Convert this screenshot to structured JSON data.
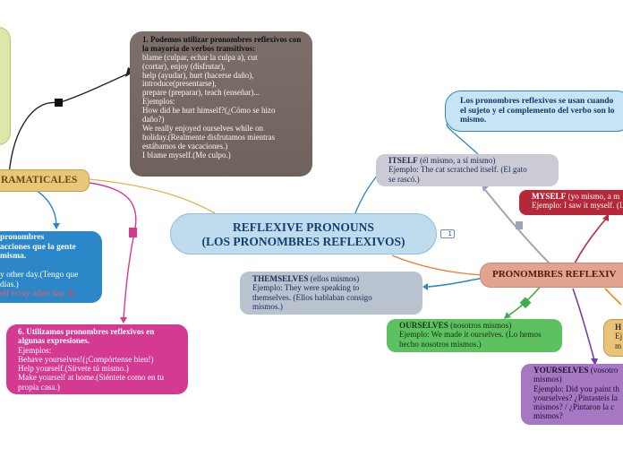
{
  "central": {
    "line1": "REFLEXIVE PRONOUNS",
    "line2": "(LOS PRONOMBRES REFLEXIVOS)",
    "badge": "1"
  },
  "gramaticales": {
    "label": "RAMATICALES"
  },
  "node1": {
    "title": "1. Podemos utilizar pronombres reflexivos con la mayoría de verbos transitivos:",
    "lines": [
      "blame (culpar, echar la culpa a),  cut",
      "(cortar),  enjoy (disfrutar),",
      "help (ayudar),  hurt (hacerse daño),",
      "introduce(presentarse),",
      "prepare (preparar),  teach (enseñar)...",
      "Ejemplos:",
      "How did he hurt himself?(¿Cómo se hizo",
      "daño?)",
      "We really enjoyed ourselves while on",
      "holiday.(Realmente disfrutamos mientras",
      "estábamos de vacaciones.)",
      "I blame myself.(Me culpo.)"
    ]
  },
  "leftblue": {
    "title": "pronombres\nacciones que la gente\nmisma.",
    "lines": [
      "y other day.(Tengo que",
      "días.)"
    ],
    "red": "elf every other day.",
    "x": "X"
  },
  "node6": {
    "title": "6. Utilizamos pronombres reflexivos en algunas expresiones.",
    "lines": [
      "Ejemplos:",
      "Behave yourselves!(¡Compórtense bien!)",
      "Help yourself.(Sírvete tú mismo.)",
      "Make yourself at home.(Siéntete como en tu",
      "propia casa.)"
    ]
  },
  "definition": {
    "text": "Los pronombres reflexivos se usan cuando el sujeto y el complemento del verbo son lo mismo."
  },
  "itself": {
    "word": "ITSELF",
    "meaning": " (él mismo, a sí mismo)",
    "line2": "Ejemplo: The cat scratched itself. (El gato",
    "line3": "se rascó.)"
  },
  "myself": {
    "word": "MYSELF",
    "meaning": " (yo mismo, a m",
    "line2": "Ejemplo: I saw it myself. (Lo"
  },
  "pronombres": {
    "label": "PRONOMBRES REFLEXIV"
  },
  "themselves": {
    "word": "THEMSELVES",
    "meaning": " (ellos mismos)",
    "line2": "Ejemplo: They were speaking to",
    "line3": "themselves. (Ellos hablaban consigo",
    "line4": "mismos.)"
  },
  "ourselves": {
    "word": "OURSELVES",
    "meaning": " (nosotros mismos)",
    "line2": "Ejemplo: We made it ourselves. (Lo hemos",
    "line3": "hecho nosotros mismos.)"
  },
  "herself": {
    "word": "H",
    "line2": "Ej",
    "line3": "m"
  },
  "yourselves": {
    "word": "YOURSELVES",
    "meaning": " (vosotro",
    "lines": [
      "mismos)",
      "Ejemplo: Did you paint th",
      "yourselves? ¿Pintasteis la",
      "mismos? / ¿Pintaron la c",
      "mismos?"
    ]
  },
  "colors": {
    "central": "#b5d6ea",
    "gold": "#e6c276",
    "brown": "#7a6c66",
    "blue": "#2c87c8",
    "pink": "#d53a92",
    "lightblue": "#c7e4f5",
    "gray": "#c9c9d2",
    "crimson": "#b4283a",
    "salmon": "#e2a48f",
    "slate": "#b8c3cf",
    "green": "#5ec15f",
    "purple": "#a678c3",
    "orange": "#f08a1a"
  }
}
